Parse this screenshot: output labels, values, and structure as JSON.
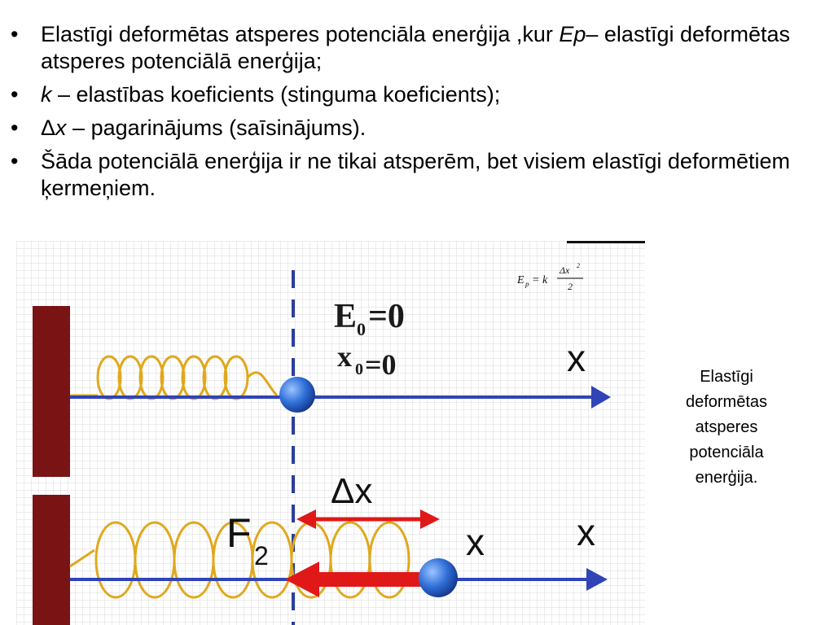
{
  "bullets": [
    {
      "text": "Elastīgi deformētas atsperes potenciāla enerģija  ,kur ",
      "var": "Ep",
      "rest": "– elastīgi deformētas atsperes potenciālā enerģija;"
    },
    {
      "var": "k",
      "rest": " – elastības koeficients (stinguma koeficients);"
    },
    {
      "prefix": "Δ",
      "var": "x",
      "rest": " – pagarinājums (saīsinājums)."
    },
    {
      "text": "Šāda potenciālā enerģija ir ne tikai atsperēm, bet visiem elastīgi deformētiem ķermeņiem."
    }
  ],
  "figure": {
    "formula": {
      "lhs": "E",
      "lhs_sub": "p",
      "eq": "= k",
      "num": "Δx",
      "num_sup": "2",
      "den": "2"
    },
    "state0": {
      "energy": "E",
      "energy_sub": "0",
      "energy_val": "=0",
      "pos": "x",
      "pos_sub": "0",
      "pos_val": "=0"
    },
    "axis_label": "x",
    "delta_label": "Δx",
    "force_label": "F",
    "force_sub": "2",
    "colors": {
      "wall": "#7a1414",
      "spring": "#e0a81c",
      "axis": "#3044b8",
      "ball": "#2f6fd8",
      "arrow_red": "#e01818",
      "dashed": "#2a3f9c",
      "grid": "#d8d8d8"
    }
  },
  "caption": "Elastīgi deformētas atsperes potenciāla enerģija."
}
